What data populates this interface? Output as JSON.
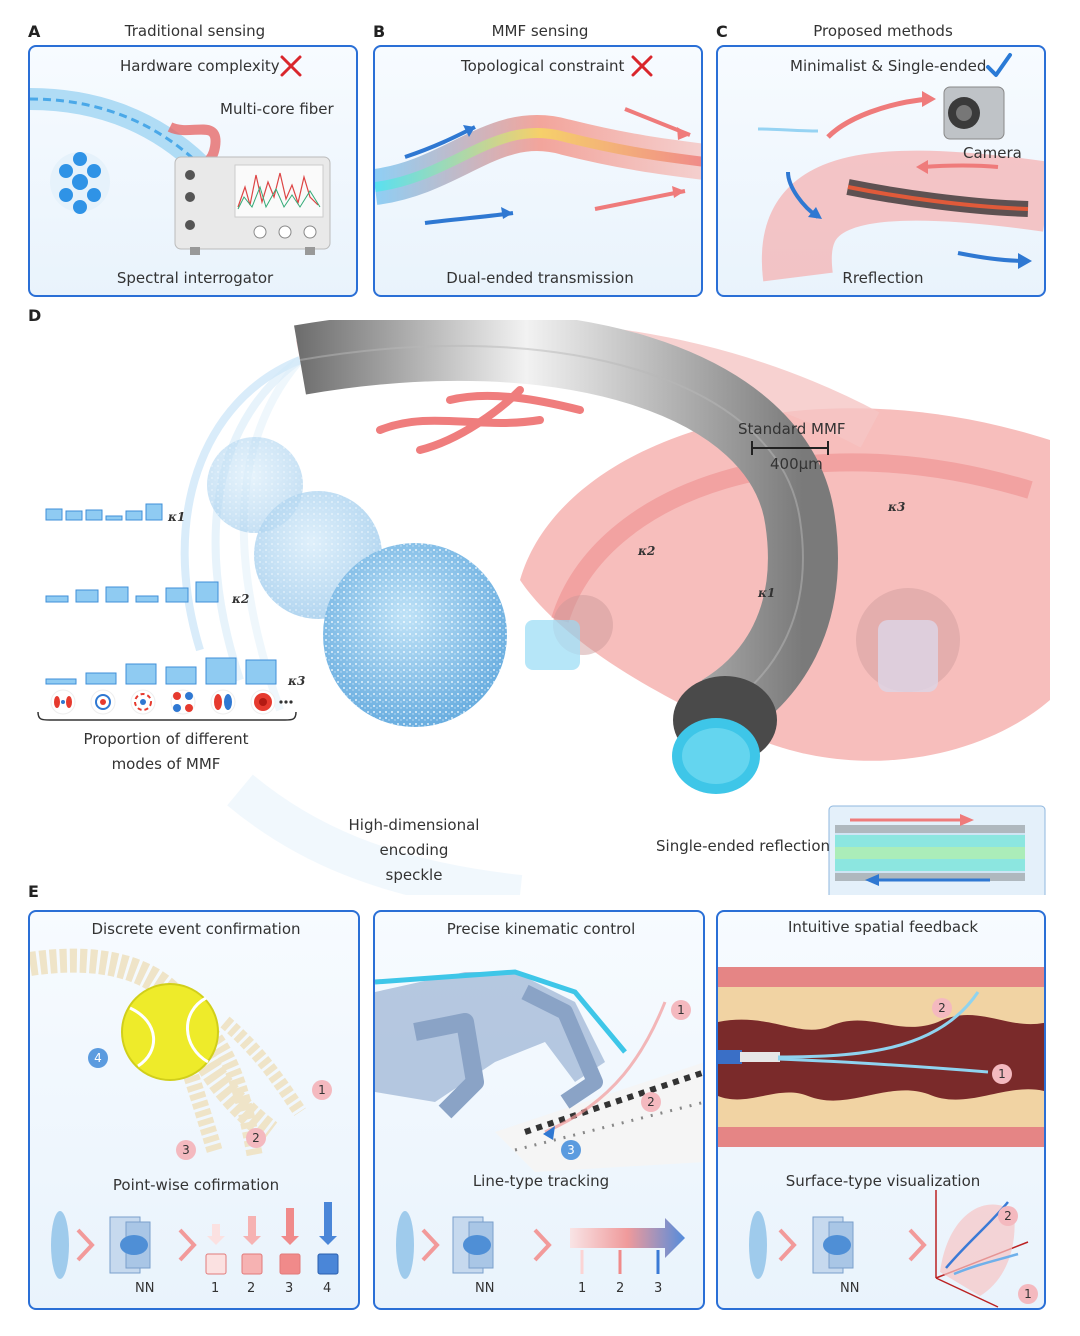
{
  "panels": {
    "a": {
      "letter": "A",
      "header": "Traditional sensing",
      "issue": "Hardware complexity",
      "fiber_label": "Multi-core fiber",
      "bottom": "Spectral interrogator"
    },
    "b": {
      "letter": "B",
      "header": "MMF sensing",
      "issue": "Topological constraint",
      "bottom": "Dual-ended transmission"
    },
    "c": {
      "letter": "C",
      "header": "Proposed methods",
      "issue": "Minimalist & Single-ended",
      "camera_label": "Camera",
      "bottom": "Rreflection"
    },
    "d": {
      "letter": "D",
      "fiber_label": "Standard MMF",
      "fiber_size": "400μm",
      "kappa": [
        "κ1",
        "κ2",
        "κ3"
      ],
      "modes_caption_1": "Proportion of different",
      "modes_caption_2": "modes of MMF",
      "encoding_1": "High-dimensional",
      "encoding_2": "encoding",
      "encoding_3": "speckle",
      "reflection_label": "Single-ended reflection",
      "mode_bars": [
        [
          0.55,
          0.45,
          0.5,
          0.2,
          0.45,
          0.8
        ],
        [
          0.3,
          0.6,
          0.75,
          0.3,
          0.7,
          1.0
        ],
        [
          0.25,
          0.55,
          1.0,
          0.85,
          1.3,
          1.2
        ]
      ]
    },
    "e": {
      "letter": "E",
      "p1": {
        "title": "Discrete event confirmation",
        "subtitle": "Point-wise cofirmation",
        "nn": "NN",
        "ticks": [
          "1",
          "2",
          "3",
          "4"
        ],
        "markers": [
          "4",
          "1",
          "2",
          "3"
        ]
      },
      "p2": {
        "title": "Precise kinematic control",
        "subtitle": "Line-type tracking",
        "nn": "NN",
        "ticks": [
          "1",
          "2",
          "3"
        ],
        "markers": [
          "1",
          "2",
          "3"
        ]
      },
      "p3": {
        "title": "Intuitive spatial feedback",
        "subtitle": "Surface-type visualization",
        "nn": "NN",
        "markers": [
          "2",
          "1",
          "2",
          "1"
        ]
      }
    }
  },
  "colors": {
    "panel_border": "#2a6fd6",
    "cross": "#d9262c",
    "check": "#2a7ad6",
    "tissue": "#f08080",
    "fiber_core": "#3ec6e8"
  }
}
